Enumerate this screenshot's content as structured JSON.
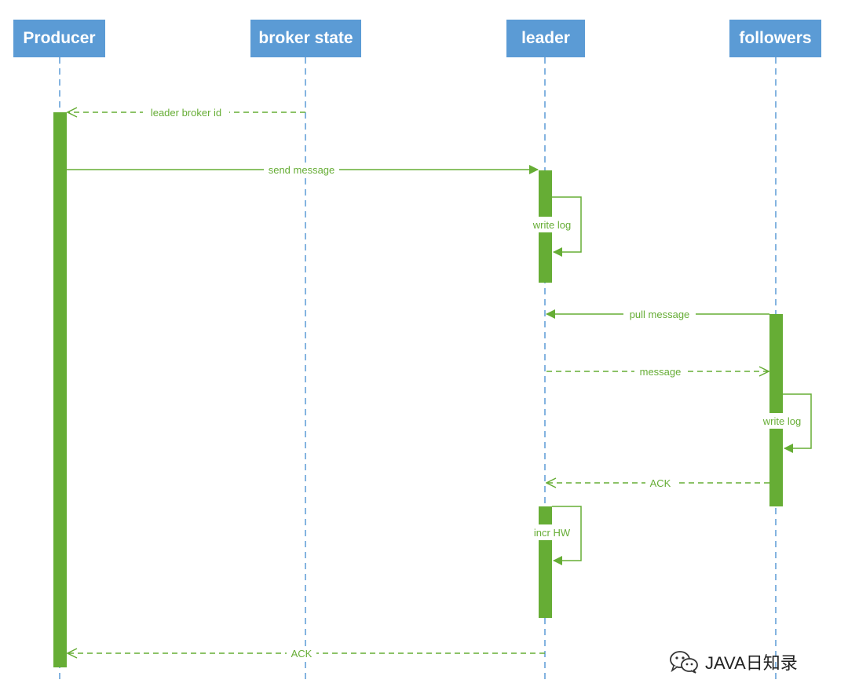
{
  "participants": [
    {
      "id": "producer",
      "label": "Producer"
    },
    {
      "id": "broker",
      "label": "broker state"
    },
    {
      "id": "leader",
      "label": "leader"
    },
    {
      "id": "followers",
      "label": "followers"
    }
  ],
  "messages": [
    {
      "id": "leader-broker-id",
      "label": "leader broker id",
      "from": "broker",
      "to": "producer",
      "style": "dashed"
    },
    {
      "id": "send-message",
      "label": "send message",
      "from": "producer",
      "to": "leader",
      "style": "solid"
    },
    {
      "id": "leader-write-log",
      "label": "write log",
      "from": "leader",
      "to": "leader",
      "style": "self"
    },
    {
      "id": "pull-message",
      "label": "pull message",
      "from": "followers",
      "to": "leader",
      "style": "solid"
    },
    {
      "id": "message",
      "label": "message",
      "from": "leader",
      "to": "followers",
      "style": "dashed"
    },
    {
      "id": "followers-write-log",
      "label": "write log",
      "from": "followers",
      "to": "followers",
      "style": "self"
    },
    {
      "id": "ack-follower",
      "label": "ACK",
      "from": "followers",
      "to": "leader",
      "style": "dashed"
    },
    {
      "id": "incr-hw",
      "label": "incr HW",
      "from": "leader",
      "to": "leader",
      "style": "self"
    },
    {
      "id": "ack-producer",
      "label": "ACK",
      "from": "leader",
      "to": "producer",
      "style": "dashed"
    }
  ],
  "watermark": {
    "text": "JAVA日知录",
    "icon": "wechat-icon"
  },
  "colors": {
    "header": "#5b9bd5",
    "lifeline": "#5b9bd5",
    "activation": "#66ad35",
    "arrow": "#66ad35"
  }
}
